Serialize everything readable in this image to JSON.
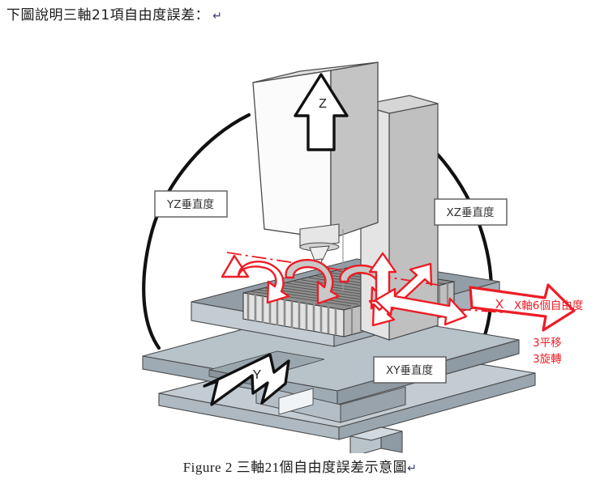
{
  "document": {
    "intro_text": "下圖說明三軸21項自由度誤差：",
    "intro_pilcrow": "↵",
    "caption_text": "Figure  2  三軸21個自由度誤差示意圖",
    "caption_pilcrow": "↵"
  },
  "diagram": {
    "title": "三軸21個自由度誤差示意圖",
    "axis_labels": {
      "z": "Z",
      "y": "Y",
      "x": "X"
    },
    "callout_boxes": [
      {
        "id": "yz",
        "label": "YZ垂直度"
      },
      {
        "id": "xz",
        "label": "XZ垂直度"
      },
      {
        "id": "xy",
        "label": "XY垂直度"
      }
    ],
    "red_annotations": [
      {
        "id": "x-dof",
        "label": "X軸6個自由度"
      },
      {
        "id": "translation",
        "label": "3平移"
      },
      {
        "id": "rotation",
        "label": "3旋轉"
      }
    ],
    "colors": {
      "red": "#ee1c25",
      "red_light": "#f4626a",
      "black": "#111111",
      "machine_light": "#e8e8e8",
      "machine_mid": "#c9c9c9",
      "machine_dark": "#a8a8a8",
      "base_blue_light": "#c9d2d8",
      "base_blue_mid": "#aab6bf",
      "base_blue_dark": "#8e9aa4",
      "table_top": "#9aa3ab",
      "workpiece": "#d6d6d6",
      "box_border": "#5a5a5a",
      "box_fill": "#ffffff"
    }
  }
}
